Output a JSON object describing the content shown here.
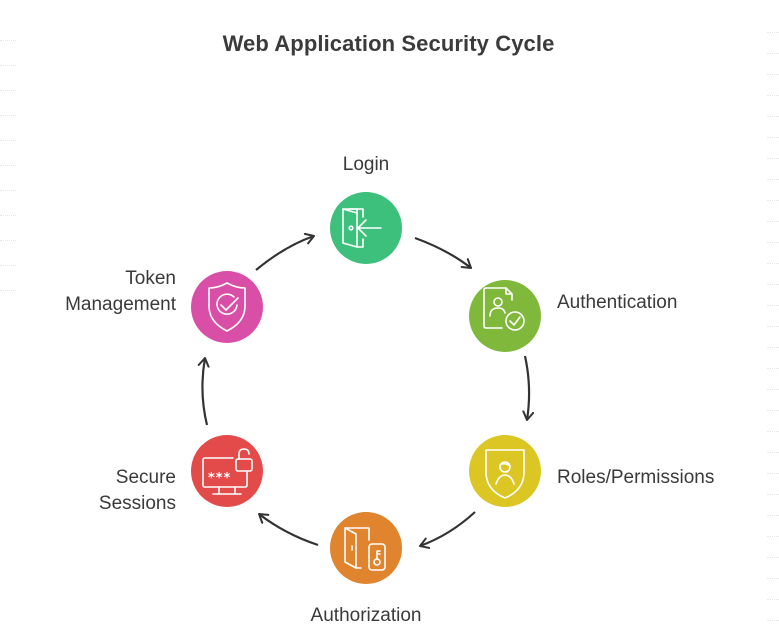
{
  "title": "Web Application Security Cycle",
  "cycle": [
    {
      "id": "login",
      "label": "Login",
      "icon": "door-enter-icon",
      "color": "#3dc07c"
    },
    {
      "id": "authentication",
      "label": "Authentication",
      "icon": "user-document-check-icon",
      "color": "#7fb83a"
    },
    {
      "id": "roles-permissions",
      "label": "Roles/Permissions",
      "icon": "shield-user-icon",
      "color": "#dcc624"
    },
    {
      "id": "authorization",
      "label": "Authorization",
      "icon": "door-key-icon",
      "color": "#e0842e"
    },
    {
      "id": "secure-sessions",
      "label_lines": [
        "Secure",
        "Sessions"
      ],
      "icon": "monitor-password-lock-icon",
      "color": "#e34b4b"
    },
    {
      "id": "token-management",
      "label_lines": [
        "Token",
        "Management"
      ],
      "icon": "shield-check-icon",
      "color": "#d94fa8"
    }
  ],
  "flow_direction": "clockwise"
}
